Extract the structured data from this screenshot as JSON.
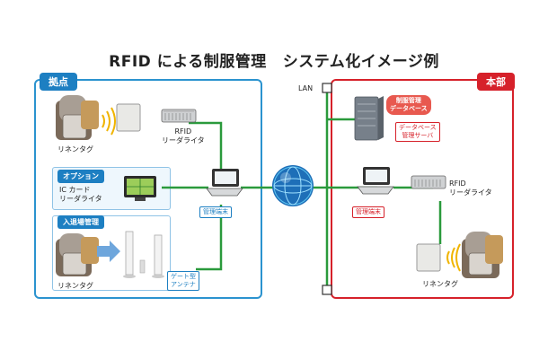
{
  "title_main": "RFID による制服管理",
  "title_sub": "システム化イメージ例",
  "left_panel": {
    "label": "拠点",
    "linen_tag_top": "リネンタグ",
    "reader_writer": [
      "RFID",
      "リーダライタ"
    ],
    "option_label": "オプション",
    "ic_card_reader": [
      "IC カード",
      "リーダライタ"
    ],
    "entry_label": "入退場管理",
    "linen_tag_bottom": "リネンタグ",
    "gate_antenna": [
      "ゲート型",
      "アンテナ"
    ],
    "terminal": "管理端末"
  },
  "right_panel": {
    "label": "本部",
    "lan": "LAN",
    "db": [
      "制服管理",
      "データベース"
    ],
    "db_server": [
      "データベース",
      "管理サーバ"
    ],
    "terminal": "管理端末",
    "reader_writer": [
      "RFID",
      "リーダライタ"
    ],
    "linen_tag": "リネンタグ"
  },
  "colors": {
    "left": "#2b93cf",
    "right": "#d6212a",
    "network": "#2a9a3c"
  }
}
